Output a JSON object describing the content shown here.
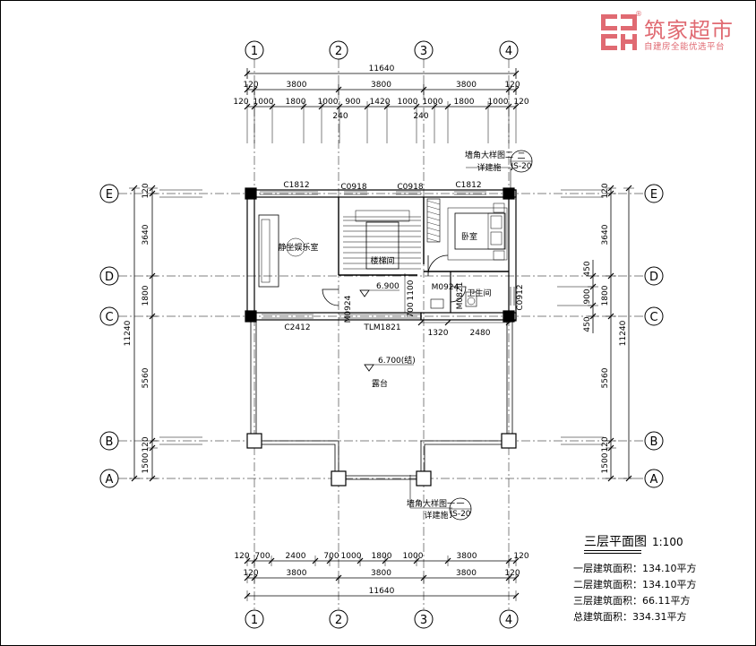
{
  "brand": {
    "name": "筑家超市",
    "slogan": "自建房全能优选平台",
    "registered": "®",
    "color": "#e06a72",
    "icon": "brand-logo-mark"
  },
  "drawing": {
    "axes_vertical": [
      "1",
      "2",
      "3",
      "4"
    ],
    "axes_horizontal": [
      "E",
      "D",
      "C",
      "B",
      "A"
    ],
    "top_total": "11640",
    "top_row2": [
      "120",
      "3800",
      "3800",
      "3800",
      "120"
    ],
    "top_row3": [
      "120",
      "1000",
      "1800",
      "1000",
      "900",
      "1420",
      "1000",
      "1000",
      "1800",
      "1000",
      "120"
    ],
    "top_240_left": "240",
    "top_240_right": "240",
    "bottom_row1": [
      "120",
      "700",
      "2400",
      "700",
      "1000",
      "1800",
      "1000",
      "3800",
      "120"
    ],
    "bottom_row2": [
      "120",
      "3800",
      "3800",
      "3800",
      "120"
    ],
    "bottom_total": "11640",
    "left_dims": [
      "120",
      "3640",
      "1800",
      "5560",
      "120",
      "1500"
    ],
    "left_total": "11240",
    "right_dims": [
      "120",
      "3640",
      "1800",
      "5560",
      "120",
      "1500"
    ],
    "right_total": "11240",
    "right_small": [
      "450",
      "900",
      "450"
    ],
    "openings": {
      "c1812_left": "C1812",
      "c0918_a": "C0918",
      "c0918_b": "C0918",
      "c1812_right": "C1812",
      "m0924_left": "M0924",
      "m0924_mid": "M0924",
      "m0821": "M0821",
      "c0912": "C0912",
      "c2412": "C2412",
      "tlm1821": "TLM1821",
      "dim_700": "700",
      "dim_1100": "1100",
      "dim_1320": "1320",
      "dim_2480": "2480"
    },
    "rooms": {
      "study": "静坐娱乐室",
      "stair": "楼梯间",
      "bedroom": "卧室",
      "wc": "卫生间",
      "terrace": "露台"
    },
    "levels": {
      "floor": "6.900",
      "terrace": "6.700(结)"
    },
    "callouts": {
      "top_label": "墙角大样图二",
      "top_ref_num": "二",
      "top_ref_sheet": "JS-20",
      "top_sub": "详建施",
      "bottom_label": "墙角大样图一",
      "bottom_ref_num": "一",
      "bottom_ref_sheet": "JS-20",
      "bottom_sub": "详建施"
    }
  },
  "title_block": {
    "title": "三层平面图",
    "scale": "1:100",
    "areas": [
      "一层建筑面积：134.10平方",
      "二层建筑面积：134.10平方",
      "三层建筑面积：66.11平方",
      "总建筑面积：334.31平方"
    ]
  }
}
